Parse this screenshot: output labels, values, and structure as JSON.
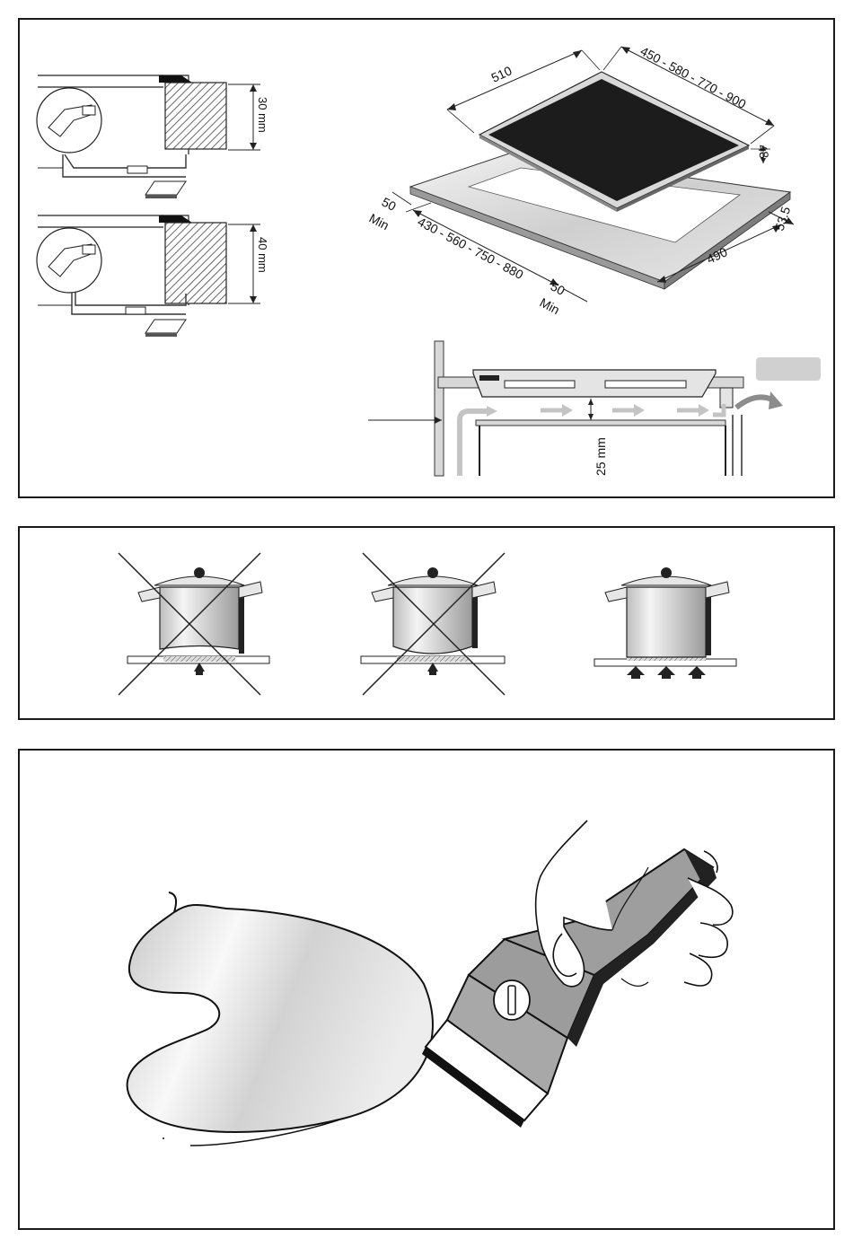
{
  "installation": {
    "clamp_top_label": "30 mm",
    "clamp_bottom_label": "40 mm",
    "dim_depth": "510",
    "dim_widths": "450 - 580 - 770 - 900",
    "dim_height": "48",
    "dim_cutout_widths": "430 - 560 - 750 - 880",
    "dim_cutout_depth": "490",
    "dim_edge": "53.5",
    "dim_min_left_value": "50",
    "dim_min_left_unit": "Min",
    "dim_min_bottom_value": "50",
    "dim_min_bottom_unit": "Min",
    "ventilation_gap": "25 mm"
  },
  "pots": {
    "items": [
      {
        "state": "incorrect"
      },
      {
        "state": "incorrect"
      },
      {
        "state": "correct"
      }
    ]
  },
  "cleaning": {
    "icons": [
      "spill-icon",
      "scraper-icon",
      "hand-icon"
    ]
  },
  "colors": {
    "border": "#1a1a1a",
    "glass": "#1c1c1c",
    "metal_light": "#e6e6e6",
    "metal_mid": "#bdbdbd",
    "arrow_gray": "#c4c4c4"
  }
}
